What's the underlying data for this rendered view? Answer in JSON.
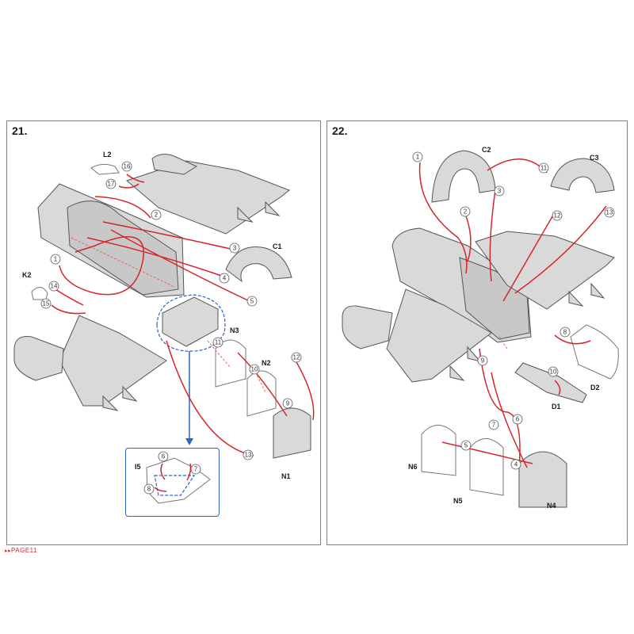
{
  "page": {
    "label": "PAGE11",
    "marker": "▸▸"
  },
  "panels": [
    {
      "title": "21.",
      "parts": [
        "L2",
        "C1",
        "K2",
        "N3",
        "N2",
        "N1",
        "I5"
      ],
      "steps": [
        "1",
        "2",
        "3",
        "4",
        "5",
        "6",
        "7",
        "8",
        "9",
        "10",
        "11",
        "12",
        "13",
        "14",
        "15",
        "16",
        "17"
      ]
    },
    {
      "title": "22.",
      "parts": [
        "C2",
        "C3",
        "D2",
        "D1",
        "N6",
        "N5",
        "N4"
      ],
      "steps": [
        "1",
        "2",
        "3",
        "4",
        "5",
        "6",
        "7",
        "8",
        "9",
        "10",
        "11",
        "12",
        "13"
      ]
    }
  ],
  "colors": {
    "arrow": "#d6262b",
    "inset": "#2f63c9",
    "part_fill": "#d9d9d9"
  }
}
